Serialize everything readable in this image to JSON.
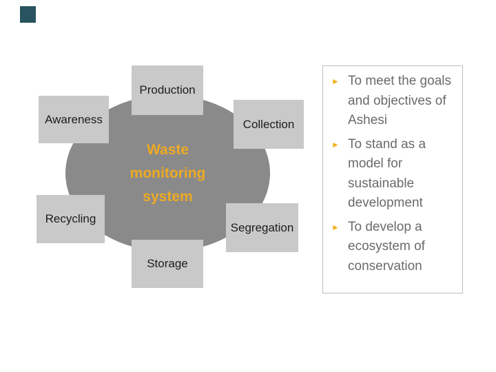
{
  "slide": {
    "corner_accent_color": "#27545e",
    "background_color": "#ffffff"
  },
  "diagram": {
    "ellipse_color": "#8a8a8a",
    "node_color": "#c9c9c9",
    "node_text_color": "#1c1c1c",
    "center_title": {
      "text": "Waste monitoring system",
      "lines": [
        "Waste",
        "monitoring",
        "system"
      ],
      "color": "#edaa24"
    },
    "nodes": [
      {
        "label": "Production"
      },
      {
        "label": "Awareness"
      },
      {
        "label": "Collection"
      },
      {
        "label": "Recycling"
      },
      {
        "label": "Segregation"
      },
      {
        "label": "Storage"
      }
    ]
  },
  "objectives_panel": {
    "border_color": "#bdbdbd",
    "marker_glyph": "►",
    "marker_color": "#f2b01e",
    "text_color": "#6a6a6a",
    "items": [
      {
        "text": "To meet the goals and objectives of Ashesi",
        "lines": [
          "To meet the goals",
          "and objectives of",
          "Ashesi"
        ]
      },
      {
        "text": "To stand as a model for sustainable development",
        "lines": [
          "To stand as a",
          "model for",
          "sustainable",
          "development"
        ]
      },
      {
        "text": "To develop a ecosystem of conservation",
        "lines": [
          "To develop a",
          "ecosystem of",
          "conservation"
        ]
      }
    ]
  }
}
